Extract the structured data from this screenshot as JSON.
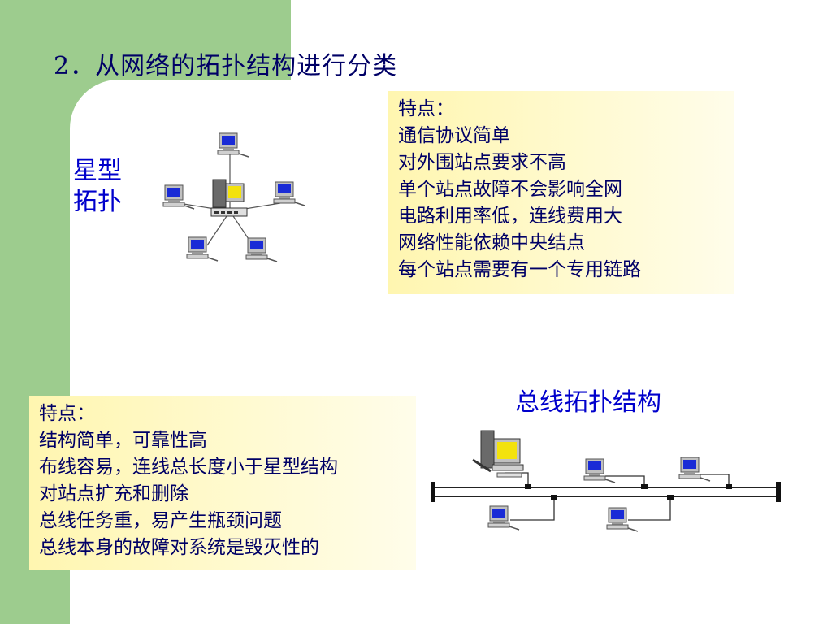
{
  "slide": {
    "title": "2．从网络的拓扑结构进行分类",
    "star_topology": {
      "label_lines": [
        "星型",
        "拓扑"
      ],
      "notes": [
        "特点：",
        "通信协议简单",
        "对外围站点要求不高",
        "单个站点故障不会影响全网",
        "电路利用率低，连线费用大",
        "网络性能依赖中央结点",
        "每个站点需要有一个专用链路"
      ]
    },
    "bus_topology": {
      "label": "总线拓扑结构",
      "notes": [
        "特点：",
        "结构简单，可靠性高",
        "布线容易，连线总长度小于星型结构",
        "对站点扩充和删除",
        "总线任务重，易产生瓶颈问题",
        "总线本身的故障对系统是毁灭性的"
      ]
    }
  },
  "colors": {
    "title_text": "#000066",
    "label_text": "#0000cc",
    "green_frame": "#9dcc8e",
    "note_bg": "#fff6b0",
    "monitor_screen": "#1a2bd6",
    "server_screen": "#f3e20c"
  },
  "icons": [
    "computer-icon",
    "server-icon",
    "hub-icon",
    "bus-tap-icon"
  ]
}
